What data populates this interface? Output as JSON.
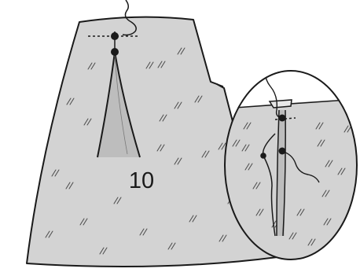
{
  "step_number": "10",
  "colors": {
    "fabric": "#d3d3d3",
    "outline": "#1a1a1a",
    "hatch": "#4a4a4a",
    "background": "#ffffff"
  },
  "icons": {
    "pin_marker": "filled-dot",
    "fabric_texture": "double-slash-hatch"
  }
}
